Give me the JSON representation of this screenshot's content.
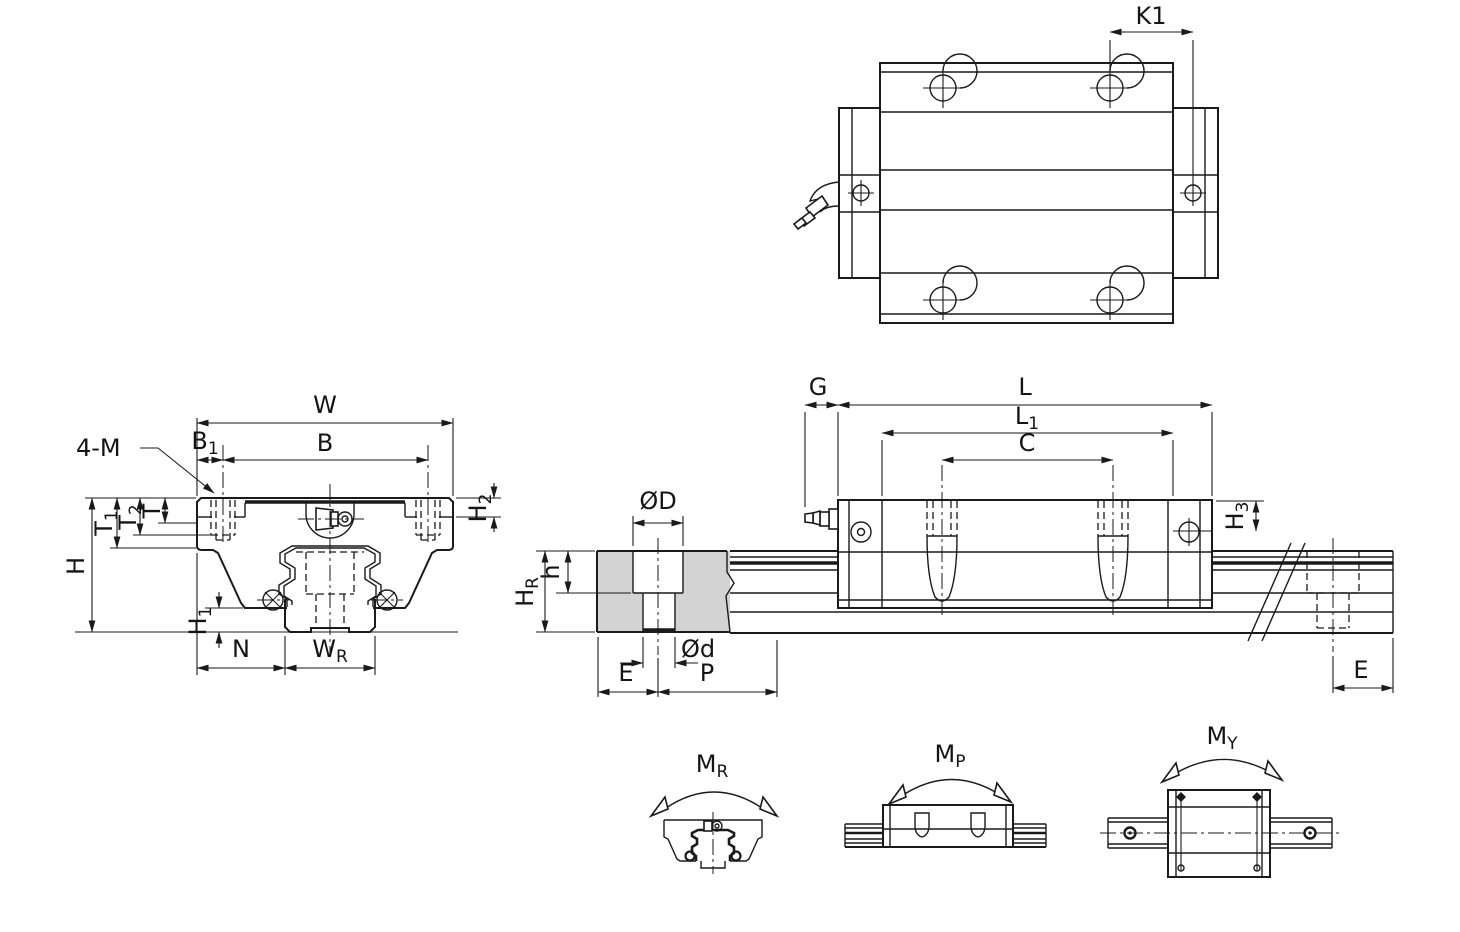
{
  "drawing": {
    "type": "linear-guide-rail-and-block dimension drawing",
    "background": "#ffffff",
    "line_color": "#1a1a1a",
    "rail_section_fill": "#d3d3d3"
  },
  "labels": {
    "k1": {
      "base": "K1"
    },
    "w": {
      "base": "W"
    },
    "b": {
      "base": "B"
    },
    "b1": {
      "base": "B",
      "sub": "1"
    },
    "four_m": {
      "base": "4-M"
    },
    "t": {
      "base": "T"
    },
    "t1": {
      "base": "T",
      "sub": "1"
    },
    "t2": {
      "base": "T",
      "sub": "2"
    },
    "h": {
      "base": "H"
    },
    "h1": {
      "base": "H",
      "sub": "1"
    },
    "h2": {
      "base": "H",
      "sub": "2"
    },
    "h3": {
      "base": "H",
      "sub": "3"
    },
    "n": {
      "base": "N"
    },
    "wr": {
      "base": "W",
      "sub": "R"
    },
    "g": {
      "base": "G"
    },
    "l": {
      "base": "L"
    },
    "l1": {
      "base": "L",
      "sub": "1"
    },
    "c": {
      "base": "C"
    },
    "dia_D": {
      "base": "ØD"
    },
    "dia_d": {
      "base": "Ød"
    },
    "h_small": {
      "base": "h"
    },
    "hr": {
      "base": "H",
      "sub": "R"
    },
    "e_left": {
      "base": "E"
    },
    "e_right": {
      "base": "E"
    },
    "p": {
      "base": "P"
    },
    "mr": {
      "base": "M",
      "sub": "R"
    },
    "mp": {
      "base": "M",
      "sub": "P"
    },
    "my": {
      "base": "M",
      "sub": "Y"
    }
  }
}
